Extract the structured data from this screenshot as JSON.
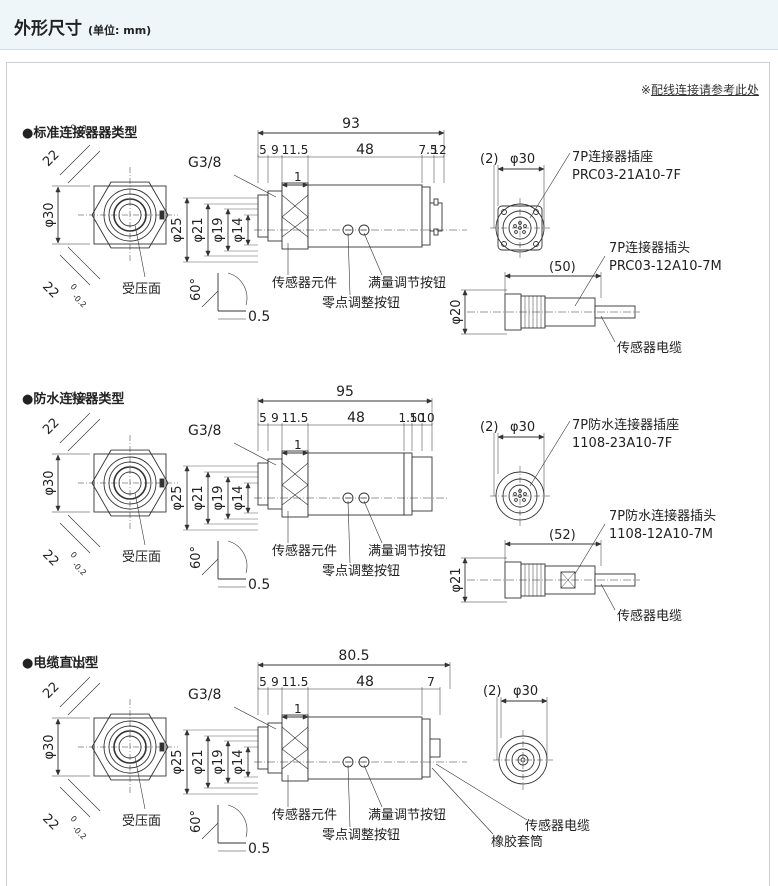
{
  "header": {
    "title": "外形尺寸",
    "unit": "(单位: mm)"
  },
  "note": {
    "prefix": "※",
    "link": "配线连接请参考此处"
  },
  "sections": [
    {
      "title": "●标准连接器器类型",
      "left": {
        "top_dim": "22",
        "tol_top": "0",
        "tol_bot": "-0.2",
        "dia": "φ30",
        "bottom_dim": "22",
        "pressure_face": "受压面"
      },
      "body": {
        "total": "93",
        "segments": [
          "5",
          "9",
          "11.5",
          "48",
          "7.5",
          "12"
        ],
        "thread": "G3/8",
        "one": "1",
        "dias": [
          "φ25",
          "φ21",
          "φ19",
          "φ14"
        ],
        "angle": "60°",
        "chamfer": "0.5",
        "element": "传感器元件",
        "span": "满量调节按钮",
        "zero": "零点调整按钮"
      },
      "socket": {
        "clearance": "(2)",
        "dia": "φ30",
        "label": "7P连接器插座",
        "model": "PRC03-21A10-7F"
      },
      "plug": {
        "length": "(50)",
        "label": "7P连接器插头",
        "model": "PRC03-12A10-7M",
        "dia": "φ20",
        "cable": "传感器电缆"
      }
    },
    {
      "title": "●防水连接器类型",
      "left": {
        "top_dim": "22",
        "tol_top": "0",
        "tol_bot": "-0.2",
        "dia": "φ30",
        "bottom_dim": "22",
        "pressure_face": "受压面"
      },
      "body": {
        "total": "95",
        "segments": [
          "5",
          "9",
          "11.5",
          "48",
          "1.5",
          "10",
          "10"
        ],
        "thread": "G3/8",
        "one": "1",
        "dias": [
          "φ25",
          "φ21",
          "φ19",
          "φ14"
        ],
        "angle": "60°",
        "chamfer": "0.5",
        "element": "传感器元件",
        "span": "满量调节按钮",
        "zero": "零点调整按钮"
      },
      "socket": {
        "clearance": "(2)",
        "dia": "φ30",
        "label": "7P防水连接器插座",
        "model": "1108-23A10-7F"
      },
      "plug": {
        "length": "(52)",
        "label": "7P防水连接器插头",
        "model": "1108-12A10-7M",
        "dia": "φ21",
        "cable": "传感器电缆"
      }
    },
    {
      "title": "●电缆直出型",
      "left": {
        "top_dim": "22",
        "tol_top": "0",
        "tol_bot": "-0.2",
        "dia": "φ30",
        "bottom_dim": "22",
        "pressure_face": "受压面"
      },
      "body": {
        "total": "80.5",
        "segments": [
          "5",
          "9",
          "11.5",
          "48",
          "7"
        ],
        "thread": "G3/8",
        "one": "1",
        "dias": [
          "φ25",
          "φ21",
          "φ19",
          "φ14"
        ],
        "angle": "60°",
        "chamfer": "0.5",
        "element": "传感器元件",
        "span": "满量调节按钮",
        "zero": "零点调整按钮"
      },
      "socket": {
        "clearance": "(2)",
        "dia": "φ30",
        "cable": "传感器电缆",
        "boot": "橡胶套筒"
      }
    }
  ]
}
